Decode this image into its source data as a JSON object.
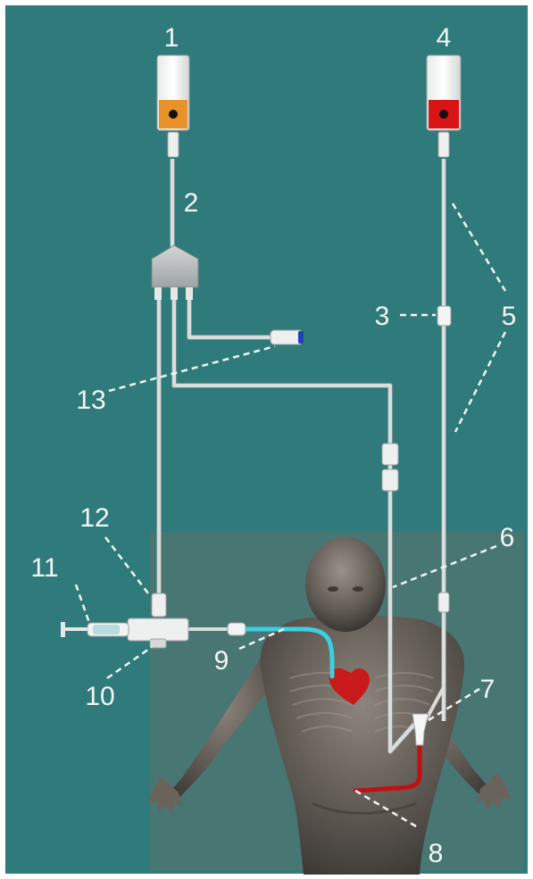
{
  "diagram": {
    "labels": {
      "l1": "1",
      "l2": "2",
      "l3": "3",
      "l4": "4",
      "l5": "5",
      "l6": "6",
      "l7": "7",
      "l8": "8",
      "l9": "9",
      "l10": "10",
      "l11": "11",
      "l12": "12",
      "l13": "13"
    },
    "colors": {
      "background": "#2f7a7a",
      "figure_panel": "#4c7572",
      "tubing": "#d9dddd",
      "bag_1_fluid": "#e8922a",
      "bag_4_fluid": "#d81414",
      "cvc_line": "#3ad0e0",
      "arterial_line": "#c21010",
      "heart": "#c81a1a",
      "injectate_cap": "#2040c0"
    }
  }
}
